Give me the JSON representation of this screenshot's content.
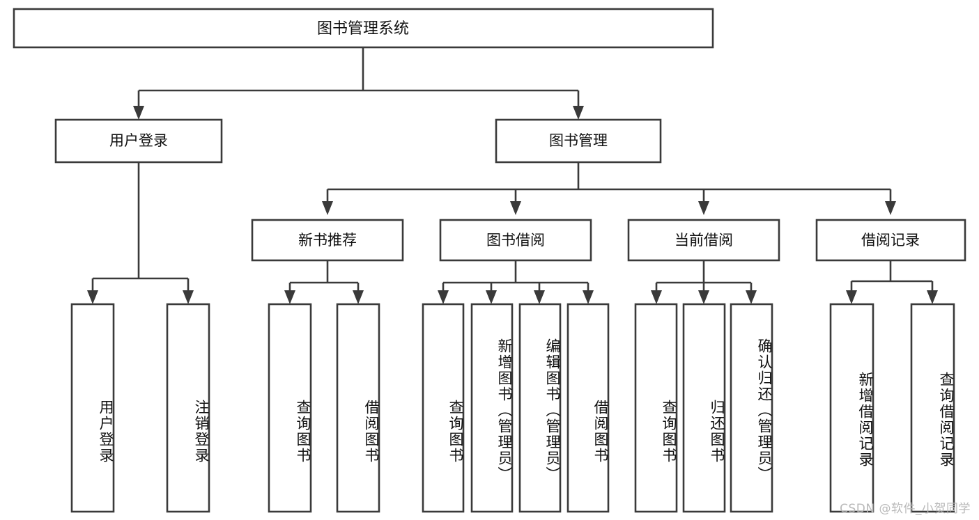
{
  "diagram": {
    "title": "图书管理系统",
    "type": "hierarchy-tree",
    "orientation": "top-down",
    "levels": 4,
    "colors": {
      "box_stroke": "#3a3a3a",
      "box_fill": "#ffffff",
      "text": "#111111",
      "background": "#ffffff",
      "watermark": "#b9b9b9"
    },
    "root": {
      "id": "root",
      "label": "图书管理系统"
    },
    "level2": [
      {
        "id": "user-login",
        "label": "用户登录"
      },
      {
        "id": "book-manage",
        "label": "图书管理"
      }
    ],
    "level3": [
      {
        "id": "new-book-recommend",
        "label": "新书推荐",
        "parent": "book-manage"
      },
      {
        "id": "book-borrow",
        "label": "图书借阅",
        "parent": "book-manage"
      },
      {
        "id": "current-borrow",
        "label": "当前借阅",
        "parent": "book-manage"
      },
      {
        "id": "borrow-record",
        "label": "借阅记录",
        "parent": "book-manage"
      }
    ],
    "leaves": {
      "user-login": [
        {
          "id": "leaf-user-login",
          "label": "用户登录"
        },
        {
          "id": "leaf-user-logout",
          "label": "注销登录"
        }
      ],
      "new-book-recommend": [
        {
          "id": "leaf-query-book-1",
          "label": "查询图书"
        },
        {
          "id": "leaf-borrow-book-1",
          "label": "借阅图书"
        }
      ],
      "book-borrow": [
        {
          "id": "leaf-query-book-2",
          "label": "查询图书"
        },
        {
          "id": "leaf-add-book",
          "label": "新增图书（管理员）"
        },
        {
          "id": "leaf-edit-book",
          "label": "编辑图书（管理员）"
        },
        {
          "id": "leaf-borrow-book-2",
          "label": "借阅图书"
        }
      ],
      "current-borrow": [
        {
          "id": "leaf-query-book-3",
          "label": "查询图书"
        },
        {
          "id": "leaf-return-book",
          "label": "归还图书"
        },
        {
          "id": "leaf-confirm-return",
          "label": "确认归还（管理员）"
        }
      ],
      "borrow-record": [
        {
          "id": "leaf-add-record",
          "label": "新增借阅记录"
        },
        {
          "id": "leaf-query-record",
          "label": "查询借阅记录"
        }
      ]
    }
  },
  "watermark": {
    "text": "CSDN @软件_小贺同学"
  }
}
